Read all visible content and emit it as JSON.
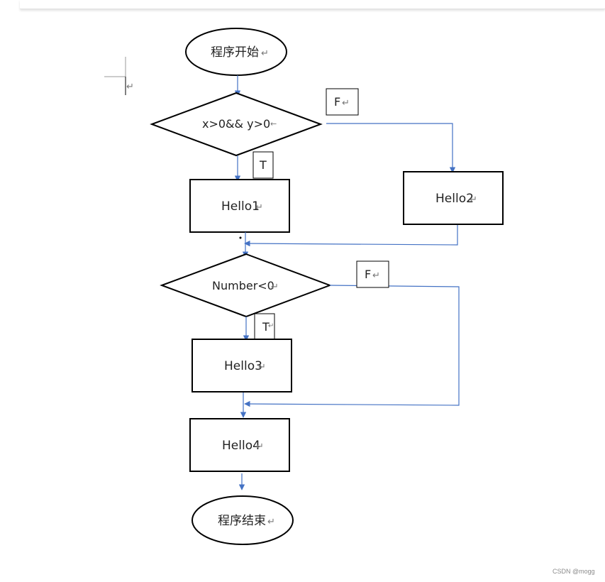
{
  "nodes": {
    "start": "程序开始",
    "decision1": "x>0&& y>0",
    "hello1": "Hello1",
    "hello2": "Hello2",
    "decision2": "Number<0",
    "hello3": "Hello3",
    "hello4": "Hello4",
    "end": "程序结束"
  },
  "branch_labels": {
    "d1_true": "T",
    "d1_false": "F",
    "d2_true": "T",
    "d2_false": "F"
  },
  "paragraph_mark": "↵",
  "small_arrow": "←",
  "watermark": "CSDN @mogg",
  "colors": {
    "connector": "#4472c4",
    "shape_stroke": "#000000"
  }
}
